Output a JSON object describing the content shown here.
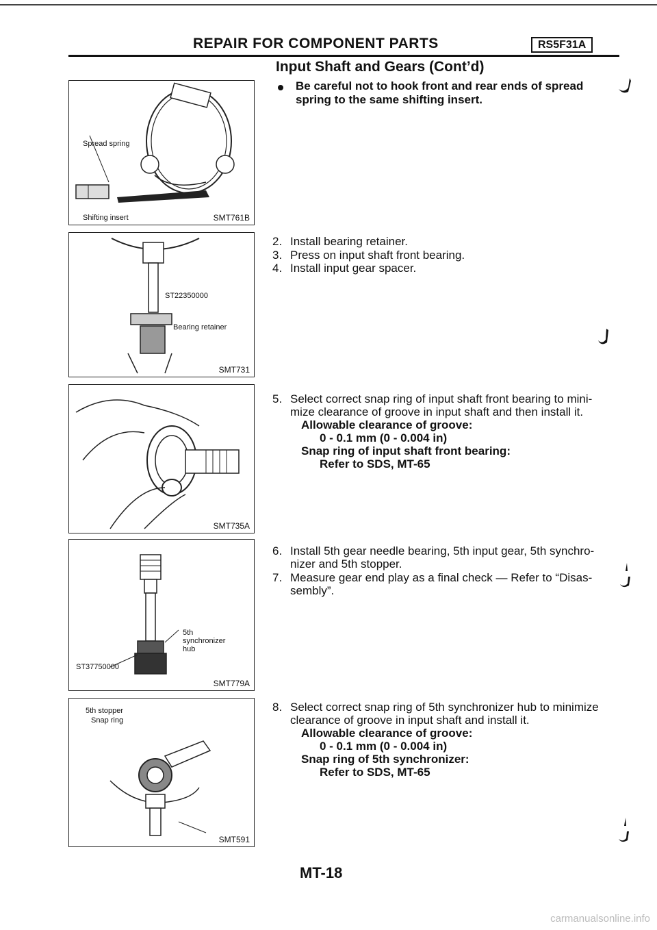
{
  "header": {
    "title": "REPAIR FOR COMPONENT PARTS",
    "code": "RS5F31A"
  },
  "section_title": "Input Shaft and Gears (Cont’d)",
  "bullet": {
    "line1": "Be careful not to hook front and rear ends of spread",
    "line2": "spring to the same shifting insert."
  },
  "figures": [
    {
      "code": "SMT761B",
      "labels": [
        "Spread spring",
        "Shifting insert"
      ]
    },
    {
      "code": "SMT731",
      "labels": [
        "ST22350000",
        "Bearing retainer"
      ]
    },
    {
      "code": "SMT735A",
      "labels": []
    },
    {
      "code": "SMT779A",
      "labels": [
        "ST37750000",
        "5th",
        "synchronizer",
        "hub"
      ]
    },
    {
      "code": "SMT591",
      "labels": [
        "5th stopper",
        "Snap ring"
      ]
    }
  ],
  "steps": {
    "s2": {
      "num": "2.",
      "text": "Install bearing retainer."
    },
    "s3": {
      "num": "3.",
      "text": "Press on input shaft front bearing."
    },
    "s4": {
      "num": "4.",
      "text": "Install input gear spacer."
    },
    "s5": {
      "num": "5.",
      "line1": "Select correct snap ring of input shaft front bearing to mini-",
      "line2": "mize clearance of groove in input shaft and then install it.",
      "spec1": "Allowable clearance of groove:",
      "spec2": "0 - 0.1 mm (0 - 0.004 in)",
      "spec3": "Snap ring of input shaft front bearing:",
      "spec4": "Refer to SDS, MT-65"
    },
    "s6": {
      "num": "6.",
      "line1": "Install 5th gear needle bearing, 5th input gear, 5th synchro-",
      "line2": "nizer and 5th stopper."
    },
    "s7": {
      "num": "7.",
      "line1": "Measure gear end play as a final check — Refer to “Disas-",
      "line2": "sembly”."
    },
    "s8": {
      "num": "8.",
      "line1": "Select correct snap ring of 5th synchronizer hub to minimize",
      "line2": "clearance of groove in input shaft and install it.",
      "spec1": "Allowable clearance of groove:",
      "spec2": "0 - 0.1 mm (0 - 0.004 in)",
      "spec3": "Snap ring of 5th synchronizer:",
      "spec4": "Refer to SDS, MT-65"
    }
  },
  "footer": {
    "page": "MT-18"
  },
  "watermark": "carmanualsonline.info"
}
